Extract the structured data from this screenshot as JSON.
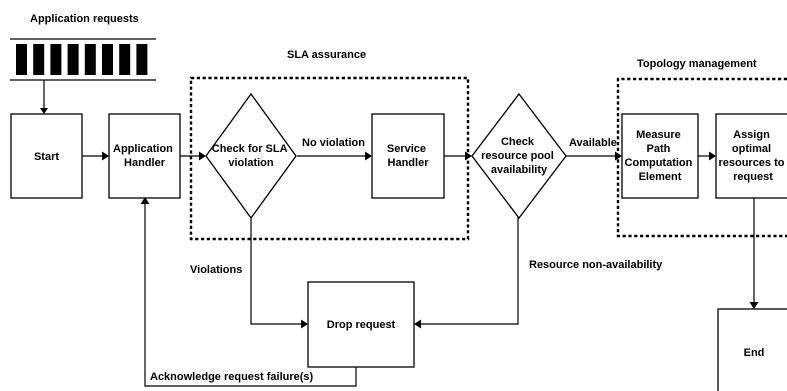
{
  "labels": {
    "app_requests": "Application requests",
    "sla_assurance": "SLA assurance",
    "topology_management": "Topology management"
  },
  "nodes": {
    "start": [
      "Start"
    ],
    "application_handler": [
      "Application",
      "Handler"
    ],
    "check_sla": [
      "Check for SLA",
      "violation"
    ],
    "service_handler": [
      "Service",
      "Handler"
    ],
    "check_pool": [
      "Check",
      "resource pool",
      "availability"
    ],
    "measure_pce": [
      "Measure",
      "Path",
      "Computation",
      "Element"
    ],
    "assign_resources": [
      "Assign",
      "optimal",
      "resources to",
      "request"
    ],
    "drop_request": [
      "Drop request"
    ],
    "end": [
      "End"
    ]
  },
  "edges": {
    "no_violation": "No violation",
    "available": "Available",
    "violations": "Violations",
    "resource_non_availability": "Resource non-availability",
    "ack_failure": "Acknowledge request failure(s)"
  },
  "queue_cells": 8
}
